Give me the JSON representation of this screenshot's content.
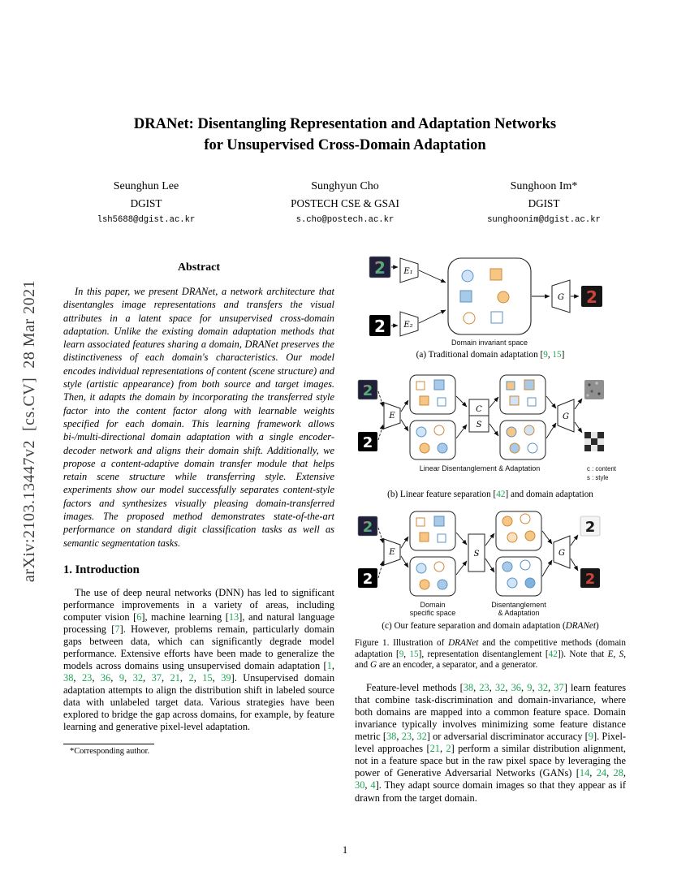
{
  "watermark": "arXiv:2103.13447v2  [cs.CV]  28 Mar 2021",
  "title": {
    "line1": "DRANet: Disentangling Representation and Adaptation Networks",
    "line2": "for Unsupervised Cross-Domain Adaptation"
  },
  "authors": [
    {
      "name": "Seunghun Lee",
      "affiliation": "DGIST",
      "email": "lsh5688@dgist.ac.kr"
    },
    {
      "name": "Sunghyun Cho",
      "affiliation": "POSTECH CSE & GSAI",
      "email": "s.cho@postech.ac.kr"
    },
    {
      "name": "Sunghoon Im*",
      "affiliation": "DGIST",
      "email": "sunghoonim@dgist.ac.kr"
    }
  ],
  "abstract": {
    "heading": "Abstract",
    "text": "In this paper, we present DRANet, a network architecture that disentangles image representations and transfers the visual attributes in a latent space for unsupervised cross-domain adaptation. Unlike the existing domain adaptation methods that learn associated features sharing a domain, DRANet preserves the distinctiveness of each domain's characteristics. Our model encodes individual representations of content (scene structure) and style (artistic appearance) from both source and target images. Then, it adapts the domain by incorporating the transferred style factor into the content factor along with learnable weights specified for each domain. This learning framework allows bi-/multi-directional domain adaptation with a single encoder-decoder network and aligns their domain shift. Additionally, we propose a content-adaptive domain transfer module that helps retain scene structure while transferring style. Extensive experiments show our model successfully separates content-style factors and synthesizes visually pleasing domain-transferred images. The proposed method demonstrates state-of-the-art performance on standard digit classification tasks as well as semantic segmentation tasks."
  },
  "introduction": {
    "heading": "1. Introduction",
    "paragraph": "The use of deep neural networks (DNN) has led to significant performance improvements in a variety of areas, including computer vision [6], machine learning [13], and natural language processing [7]. However, problems remain, particularly domain gaps between data, which can significantly degrade model performance. Extensive efforts have been made to generalize the models across domains using unsupervised domain adaptation [1, 38, 23, 36, 9, 32, 37, 21, 2, 15, 39]. Unsupervised domain adaptation attempts to align the distribution shift in labeled source data with unlabeled target data. Various strategies have been explored to bridge the gap across domains, for example, by feature learning and generative pixel-level adaptation."
  },
  "figure": {
    "digit": "2",
    "panel_a": {
      "caption": "(a) Traditional domain adaptation [9, 15]",
      "enc1": "E₁",
      "enc2": "E₂",
      "gen": "G",
      "space_label": "Domain invariant space"
    },
    "panel_b": {
      "caption": "(b) Linear feature separation [42] and domain adaptation",
      "enc": "E",
      "content_box": "C",
      "style_box": "S",
      "gen": "G",
      "bottom_label": "Linear Disentanglement & Adaptation",
      "legend_content": "c : content",
      "legend_style": "s : style"
    },
    "panel_c": {
      "caption": "(c) Our feature separation and domain adaptation (*DRANet*)",
      "enc": "E",
      "sep": "S",
      "gen": "G",
      "label_left_1": "Domain",
      "label_left_2": "specific space",
      "label_right_1": "Disentanglement",
      "label_right_2": "& Adaptation"
    },
    "caption": "Figure 1. Illustration of *DRANet* and the competitive methods (domain adaptation [9, 15], representation disentanglement [42]). Note that *E*, *S*, and *G* are an encoder, a separator, and a generator."
  },
  "right_column": {
    "paragraph": "Feature-level methods [38, 23, 32, 36, 9, 32, 37] learn features that combine task-discrimination and domain-invariance, where both domains are mapped into a common feature space. Domain invariance typically involves minimizing some feature distance metric [38, 23, 32] or adversarial discriminator accuracy [9]. Pixel-level approaches [21, 2] perform a similar distribution alignment, not in a feature space but in the raw pixel space by leveraging the power of Generative Adversarial Networks (GANs) [14, 24, 28, 30, 4]. They adapt source domain images so that they appear as if drawn from the target domain."
  },
  "footnote": "*Corresponding author.",
  "page_number": "1"
}
